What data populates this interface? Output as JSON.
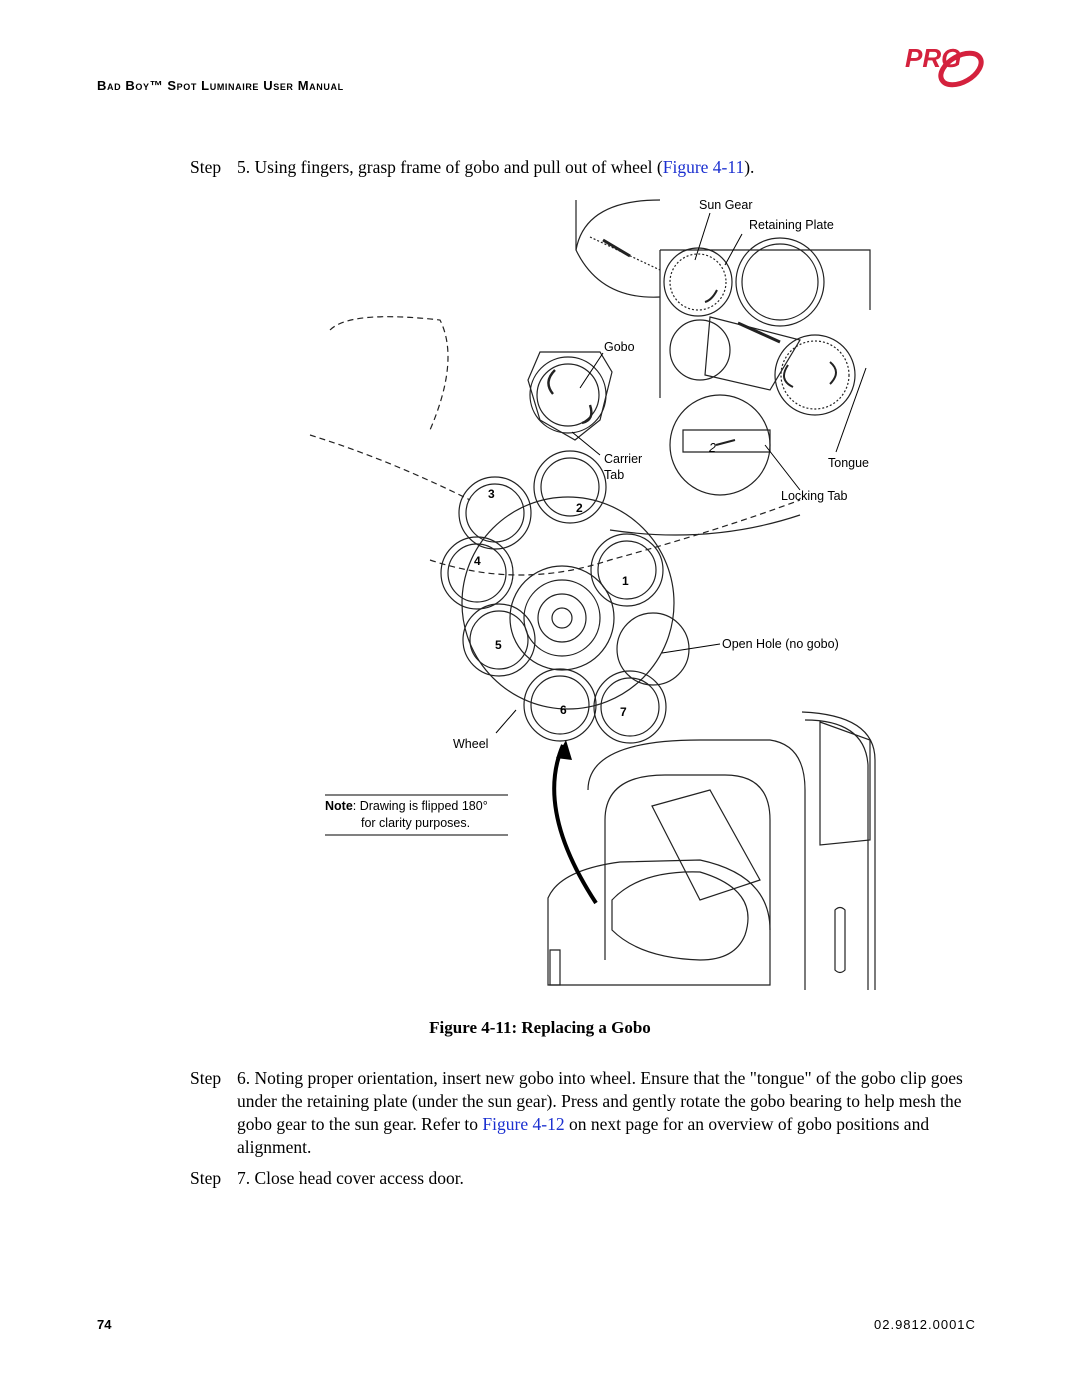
{
  "header": {
    "title": "Bad Boy™ Spot Luminaire User Manual",
    "logo_text": "PRG"
  },
  "steps": [
    {
      "label": "Step",
      "number": "5.",
      "text_before": "Using fingers, grasp frame of gobo and pull out of wheel (",
      "link_text": "Figure 4-11",
      "text_after": ")."
    },
    {
      "label": "Step",
      "number": "6.",
      "text_before": "Noting proper orientation, insert new gobo into wheel. Ensure that the \"tongue\" of the gobo clip goes under the retaining plate (under the sun gear). Press and gently rotate the gobo bearing to help mesh the gobo gear to the sun gear. Refer to ",
      "link_text": "Figure 4-12",
      "text_after": " on next page for an overview of gobo positions and alignment."
    },
    {
      "label": "Step",
      "number": "7.",
      "text_before": "Close head cover access door.",
      "link_text": "",
      "text_after": ""
    }
  ],
  "figure": {
    "caption": "Figure 4-11: Replacing a Gobo",
    "labels": {
      "sun_gear": "Sun Gear",
      "retaining_plate": "Retaining Plate",
      "gobo": "Gobo",
      "carrier_tab_1": "Carrier",
      "carrier_tab_2": "Tab",
      "tongue": "Tongue",
      "locking_tab": "Locking Tab",
      "open_hole": "Open Hole (no gobo)",
      "wheel": "Wheel",
      "inset_number": "2"
    },
    "positions": [
      "1",
      "2",
      "3",
      "4",
      "5",
      "6",
      "7"
    ],
    "note_bold": "Note",
    "note_line1": ": Drawing is flipped 180°",
    "note_line2": "for clarity purposes."
  },
  "footer": {
    "page_number": "74",
    "doc_number": "02.9812.0001C"
  },
  "colors": {
    "logo_red": "#d4213d",
    "link_blue": "#1a2fd0"
  }
}
